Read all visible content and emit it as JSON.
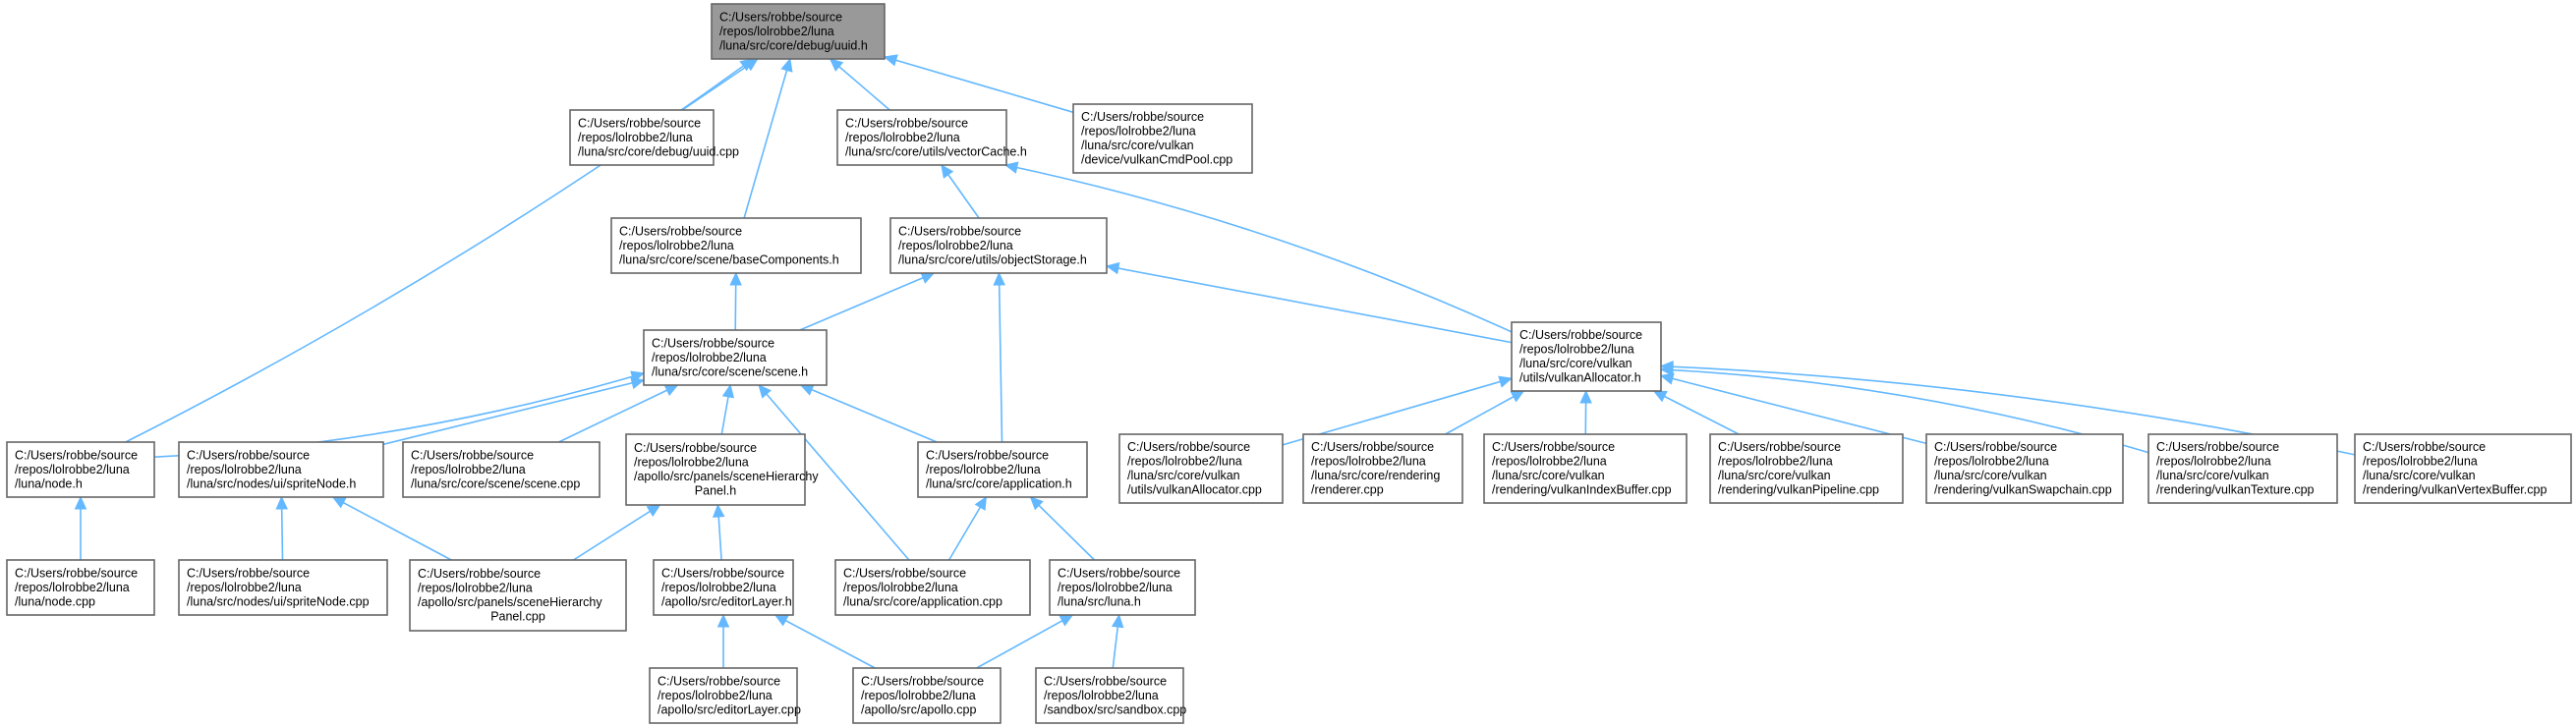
{
  "diagram": {
    "root": "uuid_h",
    "colors": {
      "edge": "#63b8ff",
      "node_border": "#666666",
      "root_fill": "#999999",
      "node_fill": "#ffffff",
      "text": "#000000"
    },
    "nodes": {
      "uuid_h": {
        "lines": [
          "C:/Users/robbe/source",
          "/repos/lolrobbe2/luna",
          "/luna/src/core/debug/uuid.h"
        ]
      },
      "uuid_cpp": {
        "lines": [
          "C:/Users/robbe/source",
          "/repos/lolrobbe2/luna",
          "/luna/src/core/debug/uuid.cpp"
        ]
      },
      "vectorCache_h": {
        "lines": [
          "C:/Users/robbe/source",
          "/repos/lolrobbe2/luna",
          "/luna/src/core/utils/vectorCache.h"
        ]
      },
      "vulkanCmdPool_cpp": {
        "lines": [
          "C:/Users/robbe/source",
          "/repos/lolrobbe2/luna",
          "/luna/src/core/vulkan",
          "/device/vulkanCmdPool.cpp"
        ]
      },
      "baseComponents_h": {
        "lines": [
          "C:/Users/robbe/source",
          "/repos/lolrobbe2/luna",
          "/luna/src/core/scene/baseComponents.h"
        ]
      },
      "objectStorage_h": {
        "lines": [
          "C:/Users/robbe/source",
          "/repos/lolrobbe2/luna",
          "/luna/src/core/utils/objectStorage.h"
        ]
      },
      "vulkanAllocator_h": {
        "lines": [
          "C:/Users/robbe/source",
          "/repos/lolrobbe2/luna",
          "/luna/src/core/vulkan",
          "/utils/vulkanAllocator.h"
        ]
      },
      "scene_h": {
        "lines": [
          "C:/Users/robbe/source",
          "/repos/lolrobbe2/luna",
          "/luna/src/core/scene/scene.h"
        ]
      },
      "node_h": {
        "lines": [
          "C:/Users/robbe/source",
          "/repos/lolrobbe2/luna",
          "/luna/node.h"
        ]
      },
      "spriteNode_h": {
        "lines": [
          "C:/Users/robbe/source",
          "/repos/lolrobbe2/luna",
          "/luna/src/nodes/ui/spriteNode.h"
        ]
      },
      "scene_cpp": {
        "lines": [
          "C:/Users/robbe/source",
          "/repos/lolrobbe2/luna",
          "/luna/src/core/scene/scene.cpp"
        ]
      },
      "sceneHierarchyPanel_h": {
        "lines": [
          "C:/Users/robbe/source",
          "/repos/lolrobbe2/luna",
          "/apollo/src/panels/sceneHierarchy",
          "Panel.h"
        ]
      },
      "application_h": {
        "lines": [
          "C:/Users/robbe/source",
          "/repos/lolrobbe2/luna",
          "/luna/src/core/application.h"
        ]
      },
      "vulkanAllocator_cpp": {
        "lines": [
          "C:/Users/robbe/source",
          "/repos/lolrobbe2/luna",
          "/luna/src/core/vulkan",
          "/utils/vulkanAllocator.cpp"
        ]
      },
      "renderer_cpp": {
        "lines": [
          "C:/Users/robbe/source",
          "/repos/lolrobbe2/luna",
          "/luna/src/core/rendering",
          "/renderer.cpp"
        ]
      },
      "vulkanIndexBuffer_cpp": {
        "lines": [
          "C:/Users/robbe/source",
          "/repos/lolrobbe2/luna",
          "/luna/src/core/vulkan",
          "/rendering/vulkanIndexBuffer.cpp"
        ]
      },
      "vulkanPipeline_cpp": {
        "lines": [
          "C:/Users/robbe/source",
          "/repos/lolrobbe2/luna",
          "/luna/src/core/vulkan",
          "/rendering/vulkanPipeline.cpp"
        ]
      },
      "vulkanSwapchain_cpp": {
        "lines": [
          "C:/Users/robbe/source",
          "/repos/lolrobbe2/luna",
          "/luna/src/core/vulkan",
          "/rendering/vulkanSwapchain.cpp"
        ]
      },
      "vulkanTexture_cpp": {
        "lines": [
          "C:/Users/robbe/source",
          "/repos/lolrobbe2/luna",
          "/luna/src/core/vulkan",
          "/rendering/vulkanTexture.cpp"
        ]
      },
      "vulkanVertexBuffer_cpp": {
        "lines": [
          "C:/Users/robbe/source",
          "/repos/lolrobbe2/luna",
          "/luna/src/core/vulkan",
          "/rendering/vulkanVertexBuffer.cpp"
        ]
      },
      "node_cpp": {
        "lines": [
          "C:/Users/robbe/source",
          "/repos/lolrobbe2/luna",
          "/luna/node.cpp"
        ]
      },
      "spriteNode_cpp": {
        "lines": [
          "C:/Users/robbe/source",
          "/repos/lolrobbe2/luna",
          "/luna/src/nodes/ui/spriteNode.cpp"
        ]
      },
      "sceneHierarchyPanel_cpp": {
        "lines": [
          "C:/Users/robbe/source",
          "/repos/lolrobbe2/luna",
          "/apollo/src/panels/sceneHierarchy",
          "Panel.cpp"
        ]
      },
      "editorLayer_h": {
        "lines": [
          "C:/Users/robbe/source",
          "/repos/lolrobbe2/luna",
          "/apollo/src/editorLayer.h"
        ]
      },
      "application_cpp": {
        "lines": [
          "C:/Users/robbe/source",
          "/repos/lolrobbe2/luna",
          "/luna/src/core/application.cpp"
        ]
      },
      "luna_h": {
        "lines": [
          "C:/Users/robbe/source",
          "/repos/lolrobbe2/luna",
          "/luna/src/luna.h"
        ]
      },
      "editorLayer_cpp": {
        "lines": [
          "C:/Users/robbe/source",
          "/repos/lolrobbe2/luna",
          "/apollo/src/editorLayer.cpp"
        ]
      },
      "apollo_cpp": {
        "lines": [
          "C:/Users/robbe/source",
          "/repos/lolrobbe2/luna",
          "/apollo/src/apollo.cpp"
        ]
      },
      "sandbox_cpp": {
        "lines": [
          "C:/Users/robbe/source",
          "/repos/lolrobbe2/luna",
          "/sandbox/src/sandbox.cpp"
        ]
      }
    },
    "edges": [
      [
        "uuid_cpp",
        "uuid_h"
      ],
      [
        "vectorCache_h",
        "uuid_h"
      ],
      [
        "vulkanCmdPool_cpp",
        "uuid_h"
      ],
      [
        "baseComponents_h",
        "uuid_h"
      ],
      [
        "node_h",
        "uuid_h"
      ],
      [
        "objectStorage_h",
        "vectorCache_h"
      ],
      [
        "vulkanAllocator_h",
        "vectorCache_h"
      ],
      [
        "scene_h",
        "baseComponents_h"
      ],
      [
        "scene_h",
        "objectStorage_h"
      ],
      [
        "application_h",
        "objectStorage_h"
      ],
      [
        "vulkanAllocator_h",
        "objectStorage_h"
      ],
      [
        "node_h",
        "scene_h"
      ],
      [
        "spriteNode_h",
        "scene_h"
      ],
      [
        "scene_cpp",
        "scene_h"
      ],
      [
        "sceneHierarchyPanel_h",
        "scene_h"
      ],
      [
        "application_h",
        "scene_h"
      ],
      [
        "application_cpp",
        "scene_h"
      ],
      [
        "vulkanAllocator_cpp",
        "vulkanAllocator_h"
      ],
      [
        "renderer_cpp",
        "vulkanAllocator_h"
      ],
      [
        "vulkanIndexBuffer_cpp",
        "vulkanAllocator_h"
      ],
      [
        "vulkanPipeline_cpp",
        "vulkanAllocator_h"
      ],
      [
        "vulkanSwapchain_cpp",
        "vulkanAllocator_h"
      ],
      [
        "vulkanTexture_cpp",
        "vulkanAllocator_h"
      ],
      [
        "vulkanVertexBuffer_cpp",
        "vulkanAllocator_h"
      ],
      [
        "node_cpp",
        "node_h"
      ],
      [
        "spriteNode_cpp",
        "spriteNode_h"
      ],
      [
        "sceneHierarchyPanel_cpp",
        "spriteNode_h"
      ],
      [
        "sceneHierarchyPanel_cpp",
        "sceneHierarchyPanel_h"
      ],
      [
        "editorLayer_h",
        "sceneHierarchyPanel_h"
      ],
      [
        "application_cpp",
        "application_h"
      ],
      [
        "luna_h",
        "application_h"
      ],
      [
        "editorLayer_cpp",
        "editorLayer_h"
      ],
      [
        "apollo_cpp",
        "editorLayer_h"
      ],
      [
        "apollo_cpp",
        "luna_h"
      ],
      [
        "sandbox_cpp",
        "luna_h"
      ]
    ]
  }
}
